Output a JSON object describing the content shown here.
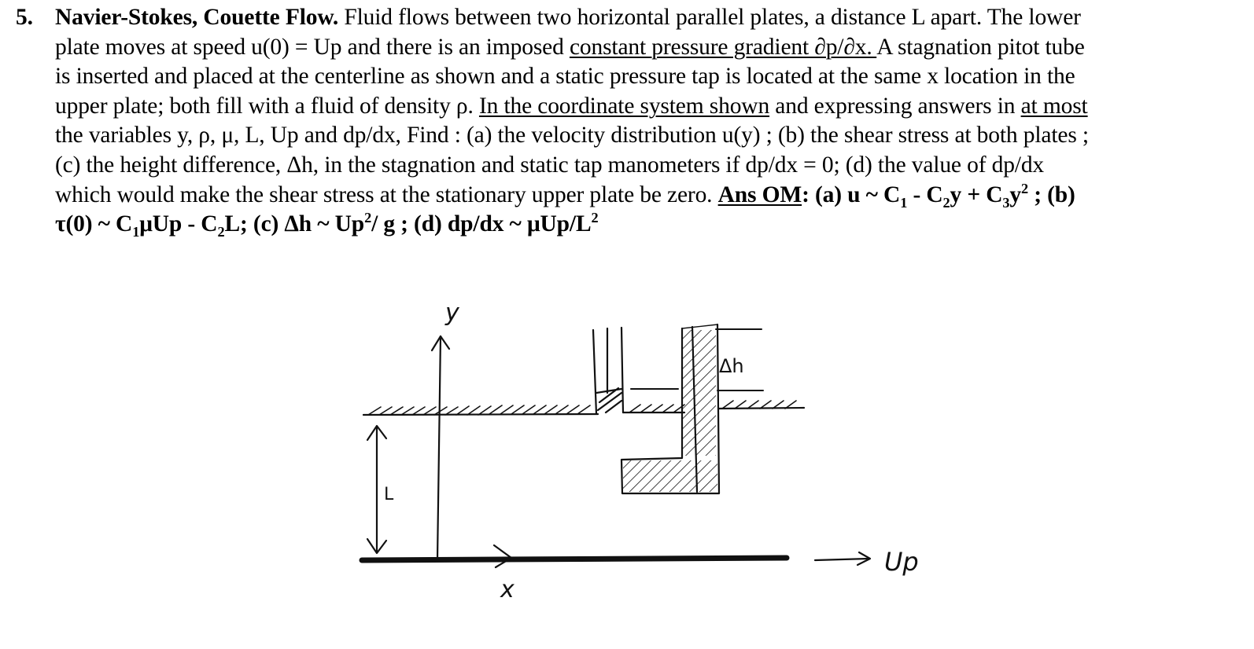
{
  "problem": {
    "number": "5.",
    "title": "Navier-Stokes, Couette Flow.",
    "lines": {
      "l1": " Fluid flows between two horizontal parallel plates, a distance L apart. The lower",
      "l2a": "plate moves at speed u(0) = Up and there is an imposed ",
      "l2u": "constant pressure gradient ∂p/∂x. ",
      "l2b": "A stagnation pitot tube",
      "l3": "is inserted and placed at the centerline as shown and a static pressure tap is located at the same x location in the",
      "l4a": "upper plate; both fill with a fluid of density ρ. ",
      "l4u1": "In the coordinate system shown",
      "l4b": " and expressing answers in ",
      "l4u2": "at most",
      "l5": "the variables y, ρ, μ, L, Up and dp/dx,  Find : (a) the velocity distribution u(y) ;  (b) the shear stress at both plates ;",
      "l6": "(c) the height difference, Δh, in the stagnation and static tap manometers if dp/dx = 0; (d) the value of dp/dx",
      "l7a": "which would make the shear stress at the stationary upper plate be zero.  ",
      "ans_label": "Ans OM",
      "ans_a_pre": ": (a) u ~ C",
      "ans_a_mid1": " - C",
      "ans_a_mid2": "y + C",
      "ans_a_mid3": "y",
      "ans_a_post": " ; (b)",
      "ans_b_pre": "τ(0) ~ C",
      "ans_b_mid": "μUp - C",
      "ans_b_post": "L; (c) Δh ~ Up",
      "ans_c_post": "/ g  ; (d) dp/dx ~ μUp/L",
      "sub1": "1",
      "sub2": "2",
      "sub3": "3",
      "sup2": "2"
    }
  },
  "diagram": {
    "label_y": "y",
    "label_x": "x",
    "label_L": "L",
    "label_dh": "Δh",
    "label_up": "Up",
    "ink_color": "#111111"
  }
}
